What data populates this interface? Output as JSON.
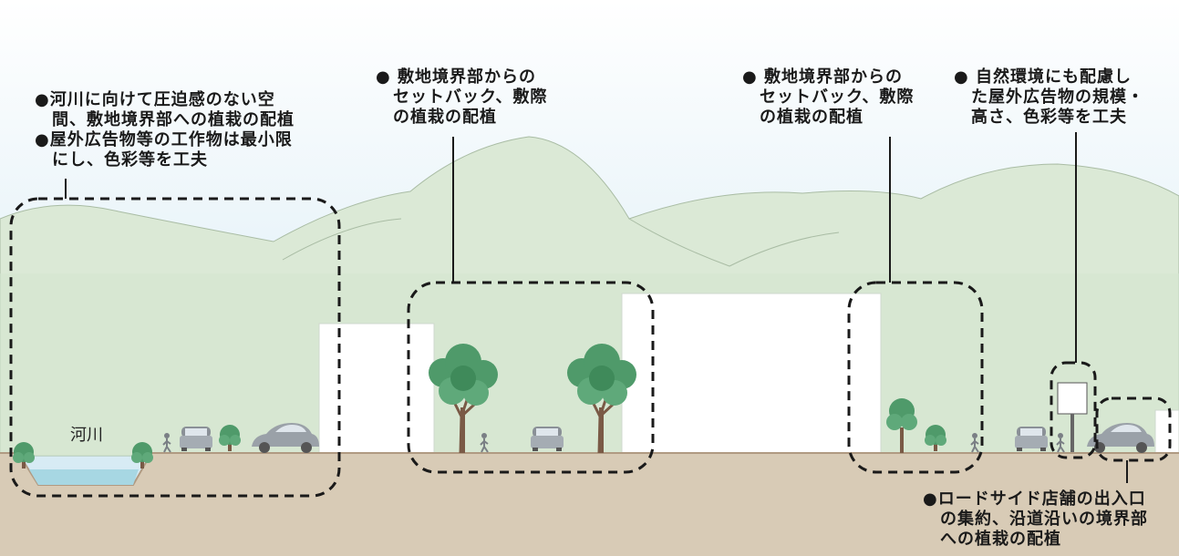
{
  "river_label": "河川",
  "callouts": {
    "river": {
      "lines": [
        "●河川に向けて圧迫感のない空",
        "　間、敷地境界部への植栽の配植",
        "●屋外広告物等の工作物は最小限",
        "　にし、色彩等を工夫"
      ]
    },
    "setback_left": {
      "lines": [
        "● 敷地境界部からの",
        "　セットバック、敷際",
        "　の植栽の配植"
      ]
    },
    "setback_right": {
      "lines": [
        "● 敷地境界部からの",
        "　セットバック、敷際",
        "　の植栽の配植"
      ]
    },
    "signage": {
      "lines": [
        "● 自然環境にも配慮し",
        "　た屋外広告物の規模・",
        "　高さ、色彩等を工夫"
      ]
    },
    "roadside": {
      "lines": [
        "●ロードサイド店舗の出入口",
        "　の集約、沿道沿いの境界部",
        "　への植栽の配植"
      ]
    }
  },
  "colors": {
    "sky_top": "#ffffff",
    "sky_bottom": "#cfe7f2",
    "mountain_fill": "#dbe9d6",
    "mountain_edge": "#a9bca4",
    "hill_front": "#d4e6cf",
    "ground": "#d8cbb6",
    "ground_line": "#b09a82",
    "water": "#a7d7e3",
    "tree_green": "#4f9a6a",
    "tree_trunk": "#7a5a46",
    "building": "#ffffff",
    "dash": "#1a1a1a"
  },
  "icons": [
    "tree-icon",
    "shrub-icon",
    "car-icon",
    "pedestrian-icon",
    "signboard-icon"
  ]
}
